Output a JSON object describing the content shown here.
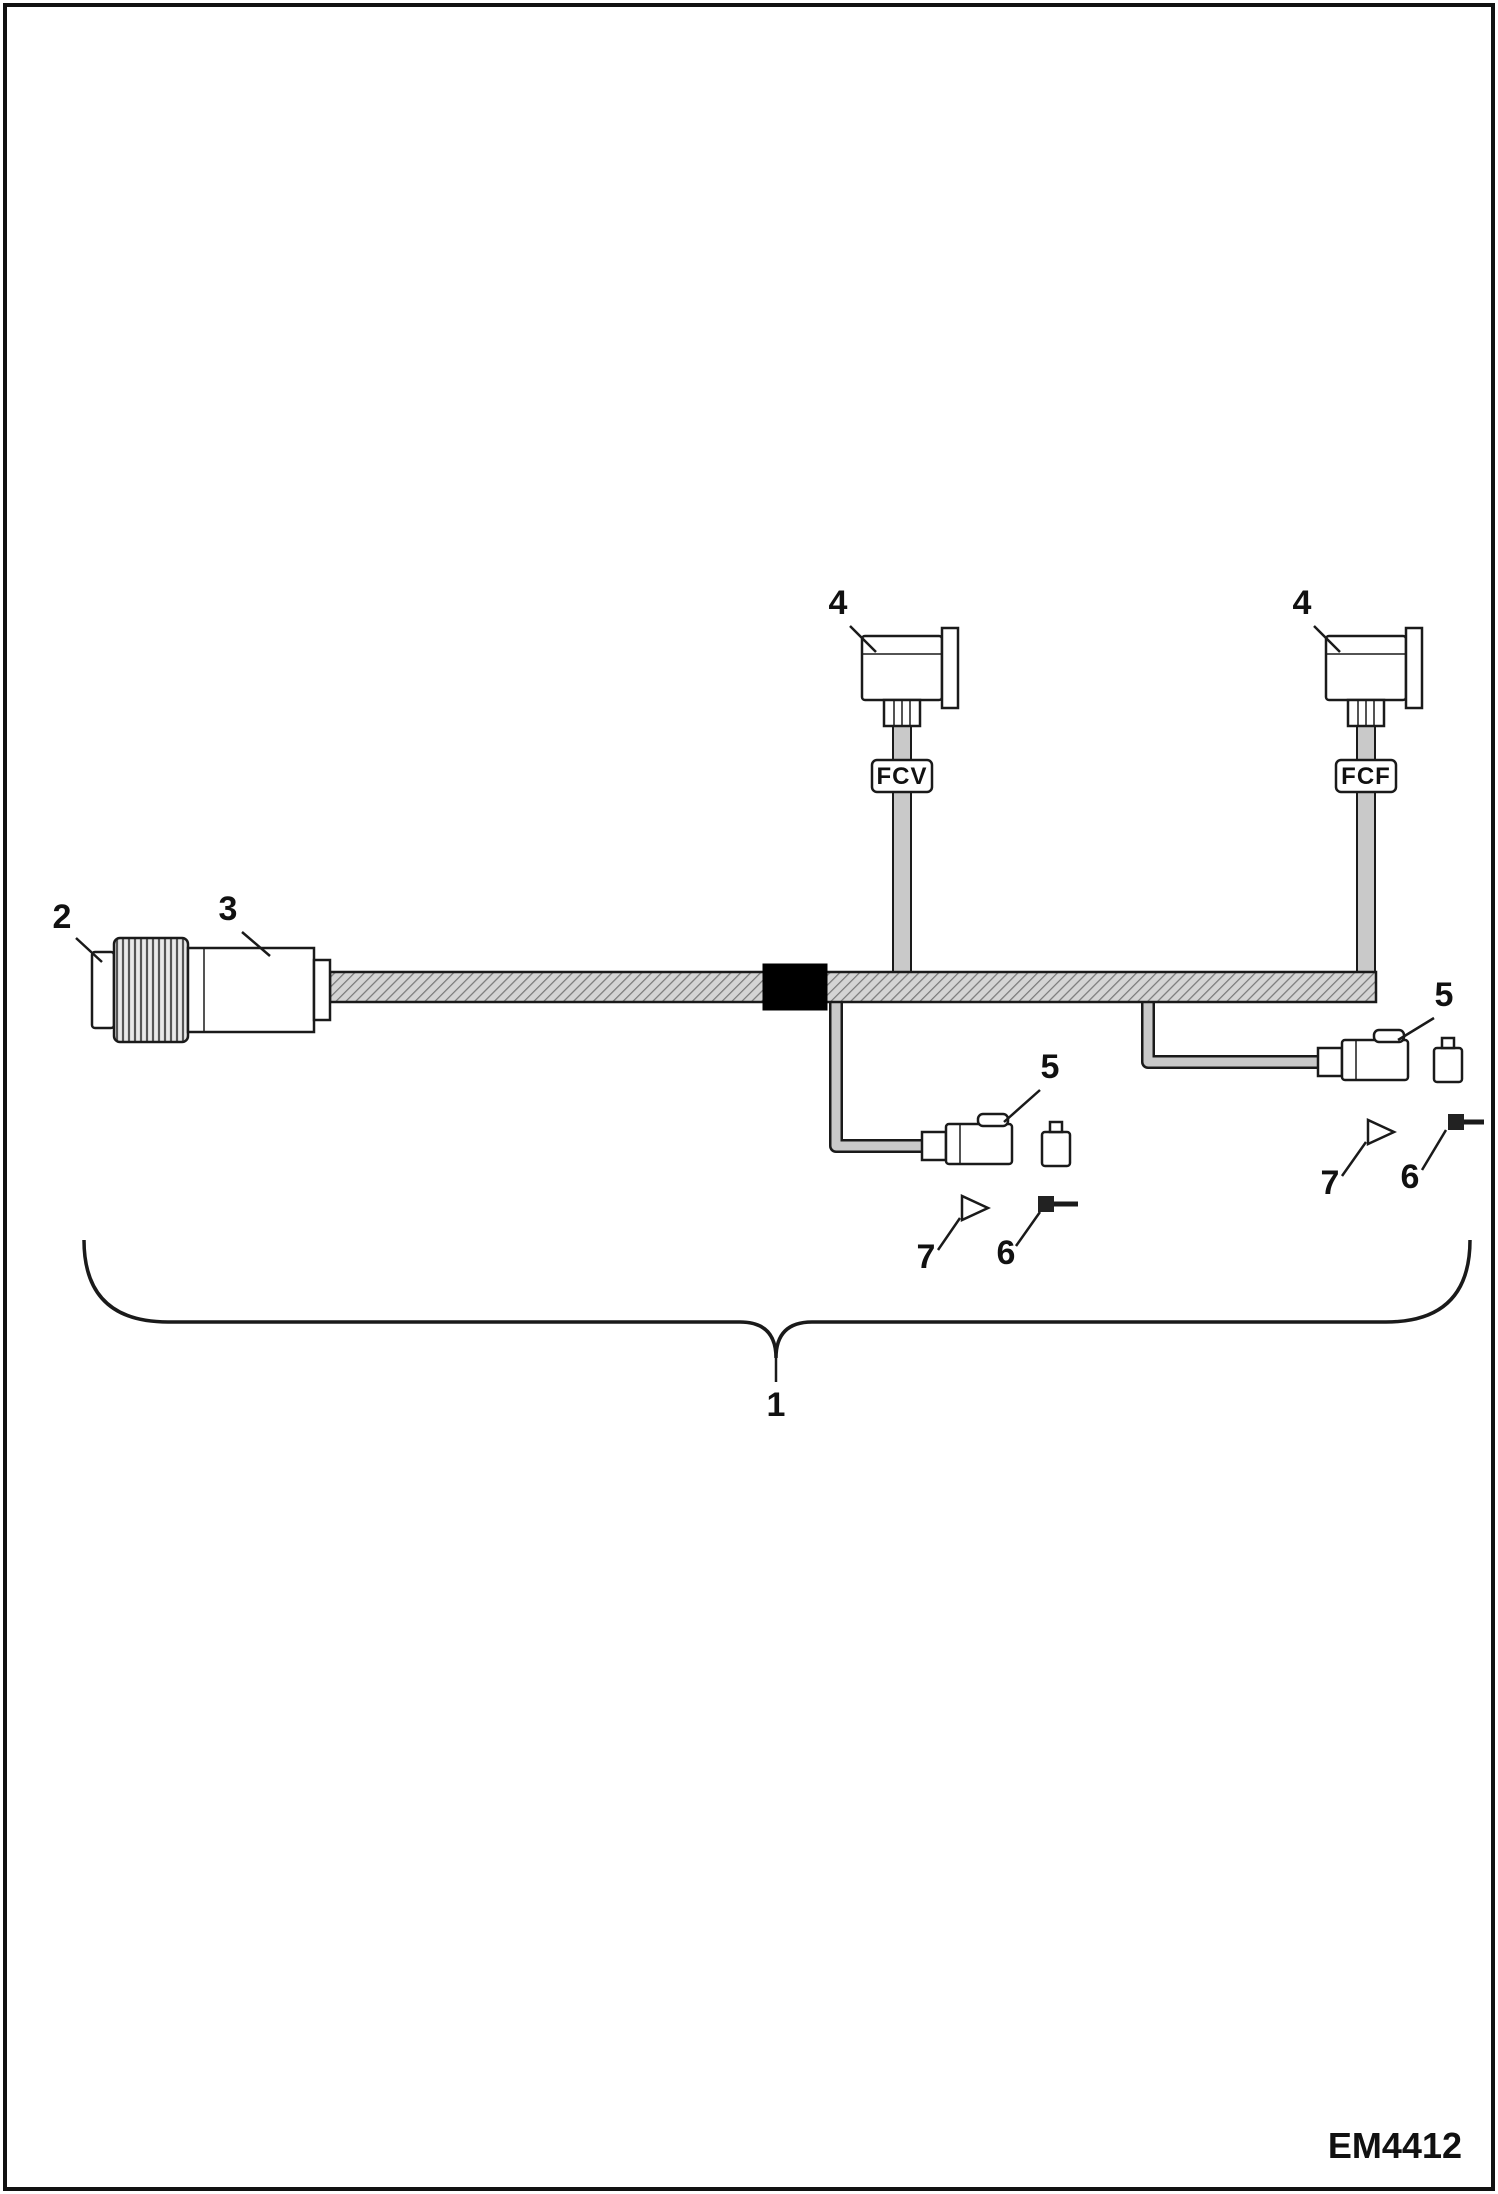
{
  "figure": {
    "code": "EM4412",
    "brace_label": "1",
    "callouts": {
      "plug": "2",
      "housing": "3",
      "coil_left": "4",
      "coil_right": "4",
      "branch_mid": "5",
      "branch_right": "5",
      "pin_mid": "6",
      "pin_right": "6",
      "cone_mid": "7",
      "cone_right": "7"
    },
    "tags": {
      "left": "FCV",
      "right": "FCF"
    }
  },
  "colors": {
    "line": "#1a1a1a",
    "splice_block": "#000000",
    "cable_fill": "#c9c9c9",
    "hatch": "#7a7a7a",
    "paper": "#ffffff"
  }
}
